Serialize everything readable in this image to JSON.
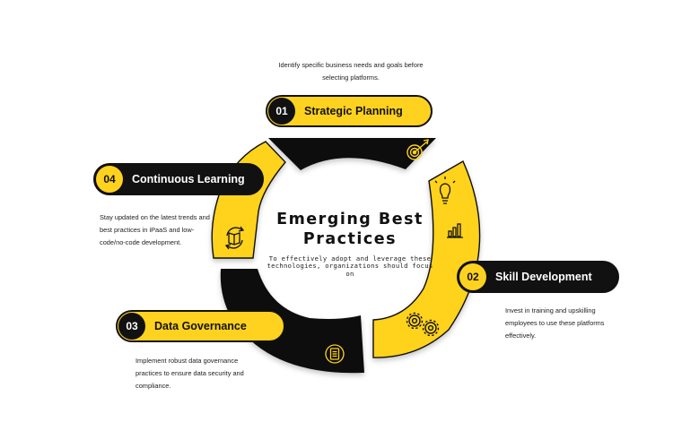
{
  "center": {
    "title_line1": "Emerging Best",
    "title_line2": "Practices",
    "subtitle": "To effectively adopt and leverage these technologies, organizations should focus on"
  },
  "steps": [
    {
      "number": "01",
      "title": "Strategic Planning",
      "description": "Identify specific business needs and goals before selecting platforms.",
      "icon": "target-icon"
    },
    {
      "number": "02",
      "title": "Skill Development",
      "description": "Invest in training and upskilling employees to use these platforms effectively.",
      "icon": "gears-icon"
    },
    {
      "number": "03",
      "title": "Data Governance",
      "description": "Implement robust data governance practices to ensure data security and compliance.",
      "icon": "document-badge-icon"
    },
    {
      "number": "04",
      "title": "Continuous Learning",
      "description": "Stay updated on the latest trends and best practices in iPaaS and low-code/no-code development.",
      "icon": "book-refresh-icon"
    }
  ],
  "extra_icons": [
    "lightbulb-icon",
    "bar-chart-icon"
  ],
  "colors": {
    "accent": "#FFD21F",
    "dark": "#111111",
    "background": "#FFFFFF"
  }
}
